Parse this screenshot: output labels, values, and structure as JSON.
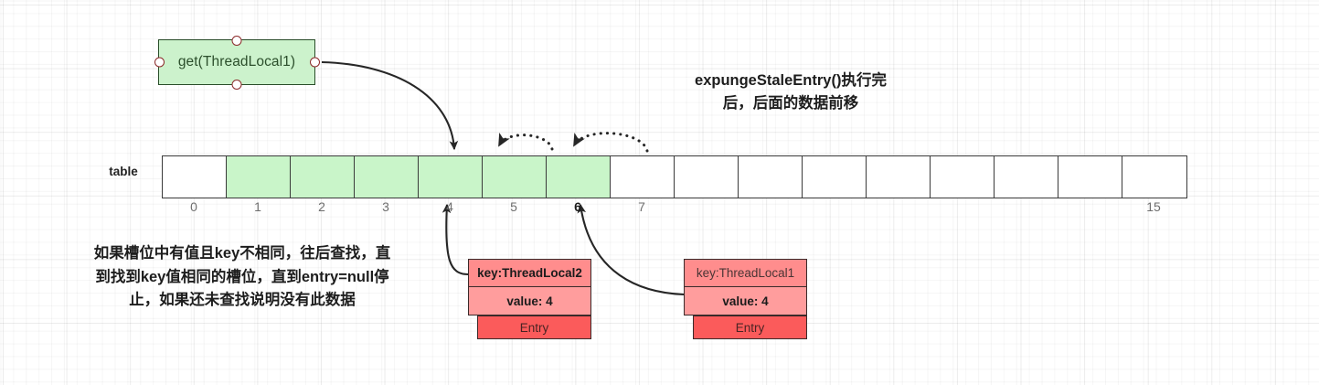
{
  "diagram": {
    "title_note": [
      "expungeStaleEntry()执行完",
      "后，后面的数据前移"
    ],
    "action_box": {
      "label": "get(ThreadLocal1)"
    },
    "table": {
      "label": "table",
      "cell_count": 16,
      "filled_indices": [
        1,
        2,
        3,
        4,
        5,
        6
      ],
      "index_labels": [
        "0",
        "1",
        "2",
        "3",
        "4",
        "5",
        "6",
        "7",
        "",
        "",
        "",
        "",
        "",
        "",
        "",
        "15"
      ],
      "accent_index_labels": [
        "6"
      ]
    },
    "note_left": [
      "如果槽位中有值且key不相同，往后查找，直",
      "到找到key值相同的槽位，直到entry=null停",
      "止，如果还未查找说明没有此数据"
    ],
    "entries": [
      {
        "id": "entry-threadlocal2",
        "key": "key:ThreadLocal2",
        "value": "value: 4",
        "tag": "Entry",
        "key_weight": "bold"
      },
      {
        "id": "entry-threadlocal1",
        "key": "key:ThreadLocal1",
        "value": "value: 4",
        "tag": "Entry",
        "key_weight": "light"
      }
    ],
    "colors": {
      "cell_filled": "#c9f5c9",
      "action_box": "#ccf2cc",
      "entry_kv": "#ff8d8d",
      "entry_value": "#ff9d9d",
      "entry_tag": "#fb5b5b",
      "stroke": "#3a3a3a"
    }
  }
}
